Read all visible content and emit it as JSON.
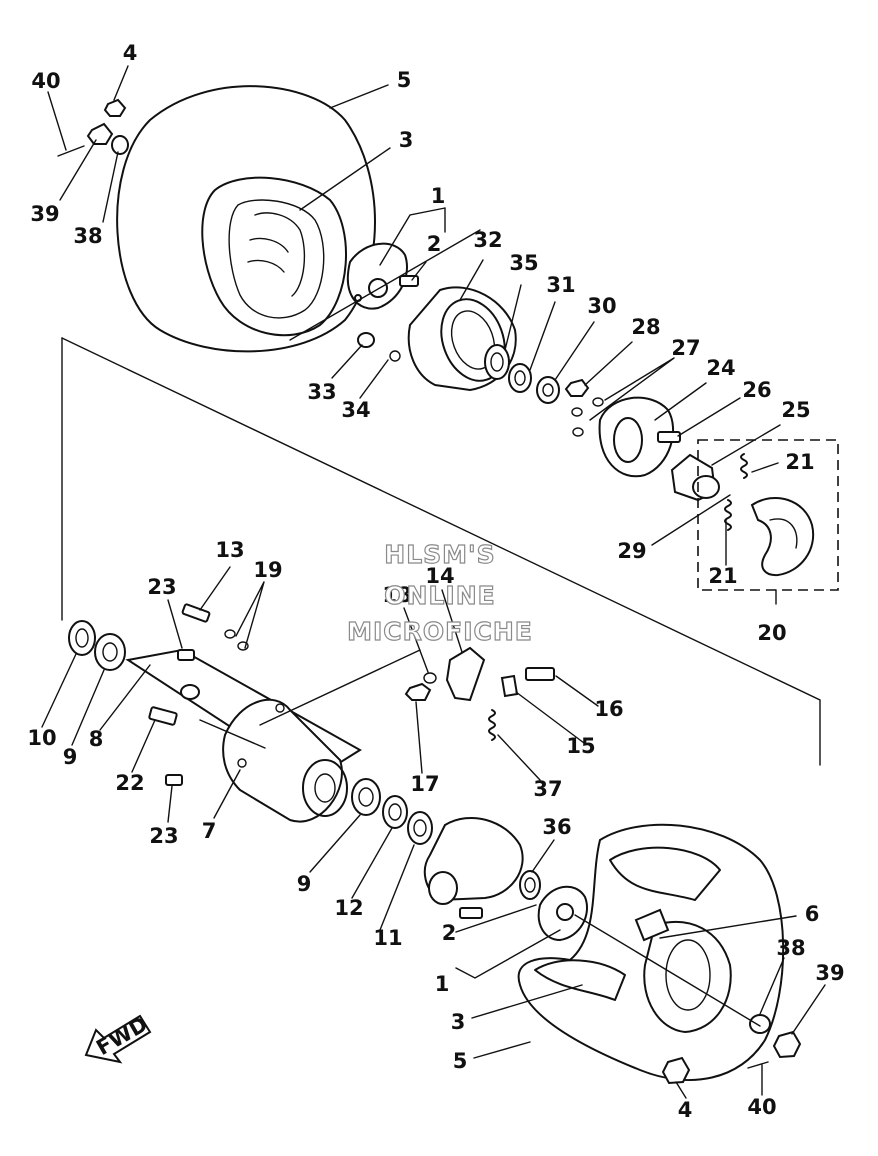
{
  "watermark": {
    "line1": "HLSM'S",
    "line2": "ONLINE",
    "line3": "MICROFICHE"
  },
  "fwd_label": "FWD",
  "callouts": [
    "40",
    "4",
    "5",
    "3",
    "39",
    "38",
    "1",
    "2",
    "32",
    "35",
    "31",
    "30",
    "28",
    "27",
    "24",
    "26",
    "25",
    "33",
    "34",
    "21",
    "29",
    "21",
    "20",
    "13",
    "19",
    "23",
    "14",
    "18",
    "16",
    "10",
    "9",
    "8",
    "22",
    "17",
    "15",
    "37",
    "23",
    "7",
    "9",
    "12",
    "11",
    "36",
    "2",
    "6",
    "1",
    "38",
    "39",
    "3",
    "5",
    "4",
    "40"
  ]
}
